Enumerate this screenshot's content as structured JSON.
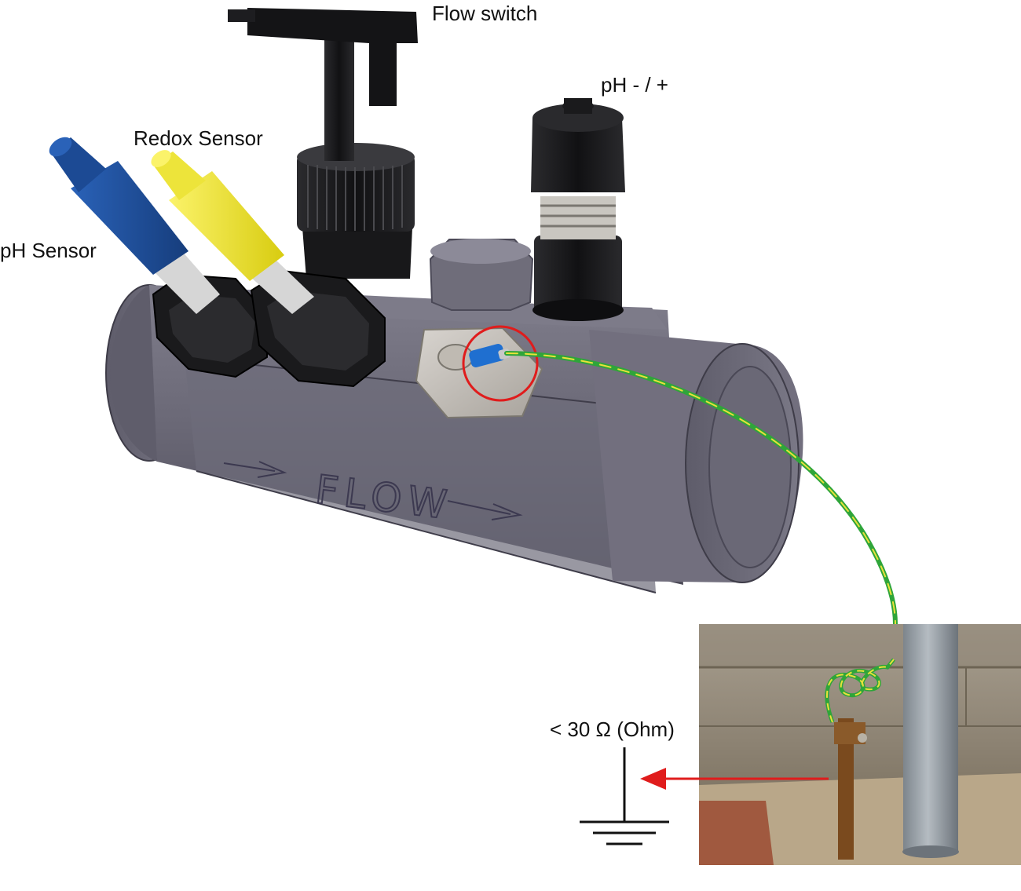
{
  "labels": {
    "flow_switch": "Flow switch",
    "ph_minus_plus": "pH - / +",
    "redox_sensor": "Redox Sensor",
    "ph_sensor": "pH Sensor",
    "ground_resistance": "< 30 Ω (Ohm)",
    "flow_marking": "FLOW"
  },
  "colors": {
    "body": "#6d6b79",
    "body_dark": "#565463",
    "ph_cap": "#1f4f9c",
    "redox_cap": "#efe419",
    "nut": "#1c1c1e",
    "highlight_circle": "#e01c1c",
    "ground_arrow": "#e01c1c",
    "wire_green": "#2fa53a",
    "wire_yellow": "#e8e23a"
  },
  "icons": [
    "ground-symbol-icon",
    "arrow-left-icon",
    "flow-arrow-icon"
  ]
}
